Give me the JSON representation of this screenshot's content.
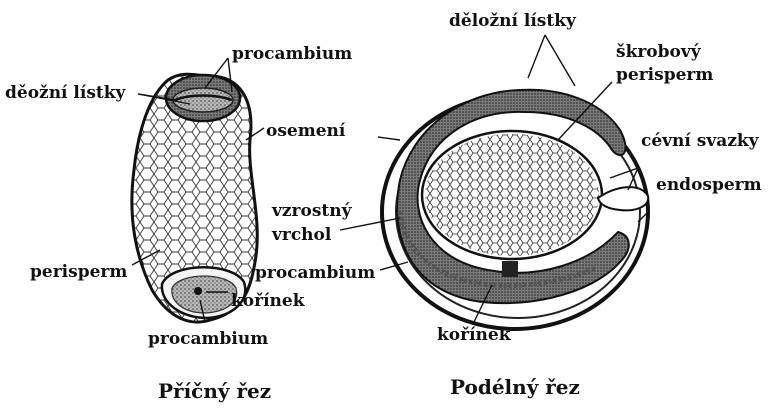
{
  "cross_section": {
    "caption": "Příčný řez",
    "labels": {
      "procambium_top": "procambium",
      "cotyledons": "děožní lístky",
      "testa": "osemení",
      "perisperm": "perisperm",
      "radicle": "kořínek",
      "procambium_bottom": "procambium"
    }
  },
  "longitudinal_section": {
    "caption": "Podélný řez",
    "labels": {
      "cotyledons": "děložní lístky",
      "starchy_perisperm_line1": "škrobový",
      "starchy_perisperm_line2": "perisperm",
      "vascular_bundles": "cévní svazky",
      "endosperm": "endosperm",
      "growing_tip_line1": "vzrostný",
      "growing_tip_line2": "vrchol",
      "procambium": "procambium",
      "radicle": "kořínek"
    }
  }
}
